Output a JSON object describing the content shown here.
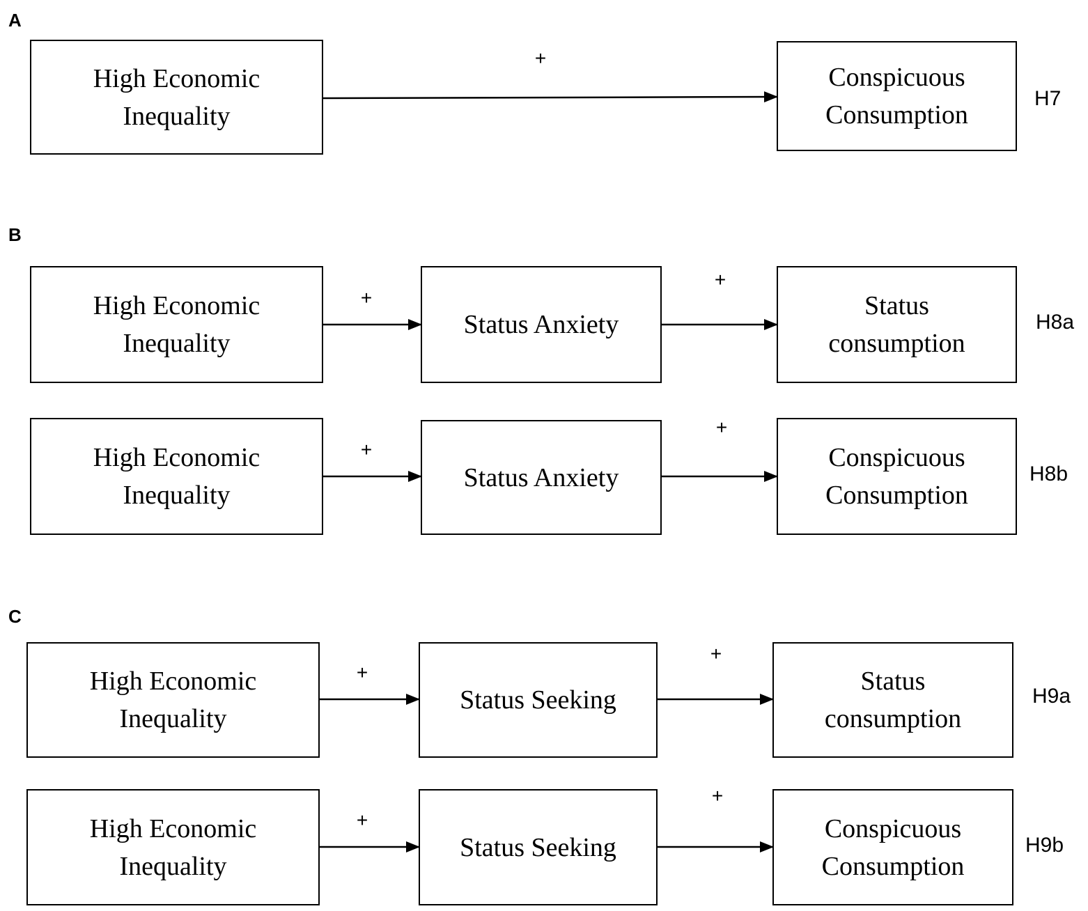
{
  "panels": {
    "a": {
      "label": "A",
      "source": [
        "High Economic",
        "Inequality"
      ],
      "outcome": [
        "Conspicuous",
        "Consumption"
      ],
      "sign": "+",
      "hypothesis": "H7"
    },
    "b": {
      "label": "B",
      "rows": [
        {
          "source": [
            "High Economic",
            "Inequality"
          ],
          "mediator": "Status Anxiety",
          "outcome": [
            "Status",
            "consumption"
          ],
          "sign1": "+",
          "sign2": "+",
          "hypothesis": "H8a"
        },
        {
          "source": [
            "High Economic",
            "Inequality"
          ],
          "mediator": "Status Anxiety",
          "outcome": [
            "Conspicuous",
            "Consumption"
          ],
          "sign1": "+",
          "sign2": "+",
          "hypothesis": "H8b"
        }
      ]
    },
    "c": {
      "label": "C",
      "rows": [
        {
          "source": [
            "High Economic",
            "Inequality"
          ],
          "mediator": "Status Seeking",
          "outcome": [
            "Status",
            "consumption"
          ],
          "sign1": "+",
          "sign2": "+",
          "hypothesis": "H9a"
        },
        {
          "source": [
            "High Economic",
            "Inequality"
          ],
          "mediator": "Status Seeking",
          "outcome": [
            "Conspicuous",
            "Consumption"
          ],
          "sign1": "+",
          "sign2": "+",
          "hypothesis": "H9b"
        }
      ]
    }
  }
}
